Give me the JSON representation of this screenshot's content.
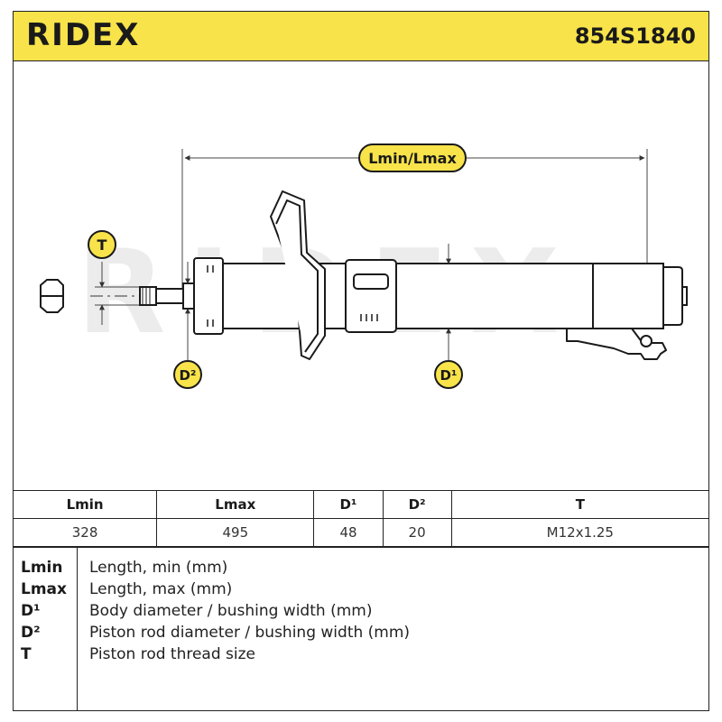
{
  "header": {
    "brand": "RIDEX",
    "part_number": "854S1840",
    "background_color": "#f8e34a"
  },
  "diagram": {
    "watermark": "RIDEX",
    "labels": {
      "length": "Lmin/Lmax",
      "thread": "T",
      "rod_diameter": "D²",
      "body_diameter": "D¹"
    },
    "label_color": "#f8e34a"
  },
  "specs_table": {
    "headers": [
      "Lmin",
      "Lmax",
      "D¹",
      "D²",
      "T"
    ],
    "values": [
      "328",
      "495",
      "48",
      "20",
      "M12x1.25"
    ]
  },
  "legend": [
    {
      "key": "Lmin",
      "description": "Length, min (mm)"
    },
    {
      "key": "Lmax",
      "description": "Length, max (mm)"
    },
    {
      "key": "D¹",
      "description": "Body diameter / bushing width (mm)"
    },
    {
      "key": "D²",
      "description": "Piston rod diameter / bushing width (mm)"
    },
    {
      "key": "T",
      "description": "Piston rod thread size"
    }
  ]
}
